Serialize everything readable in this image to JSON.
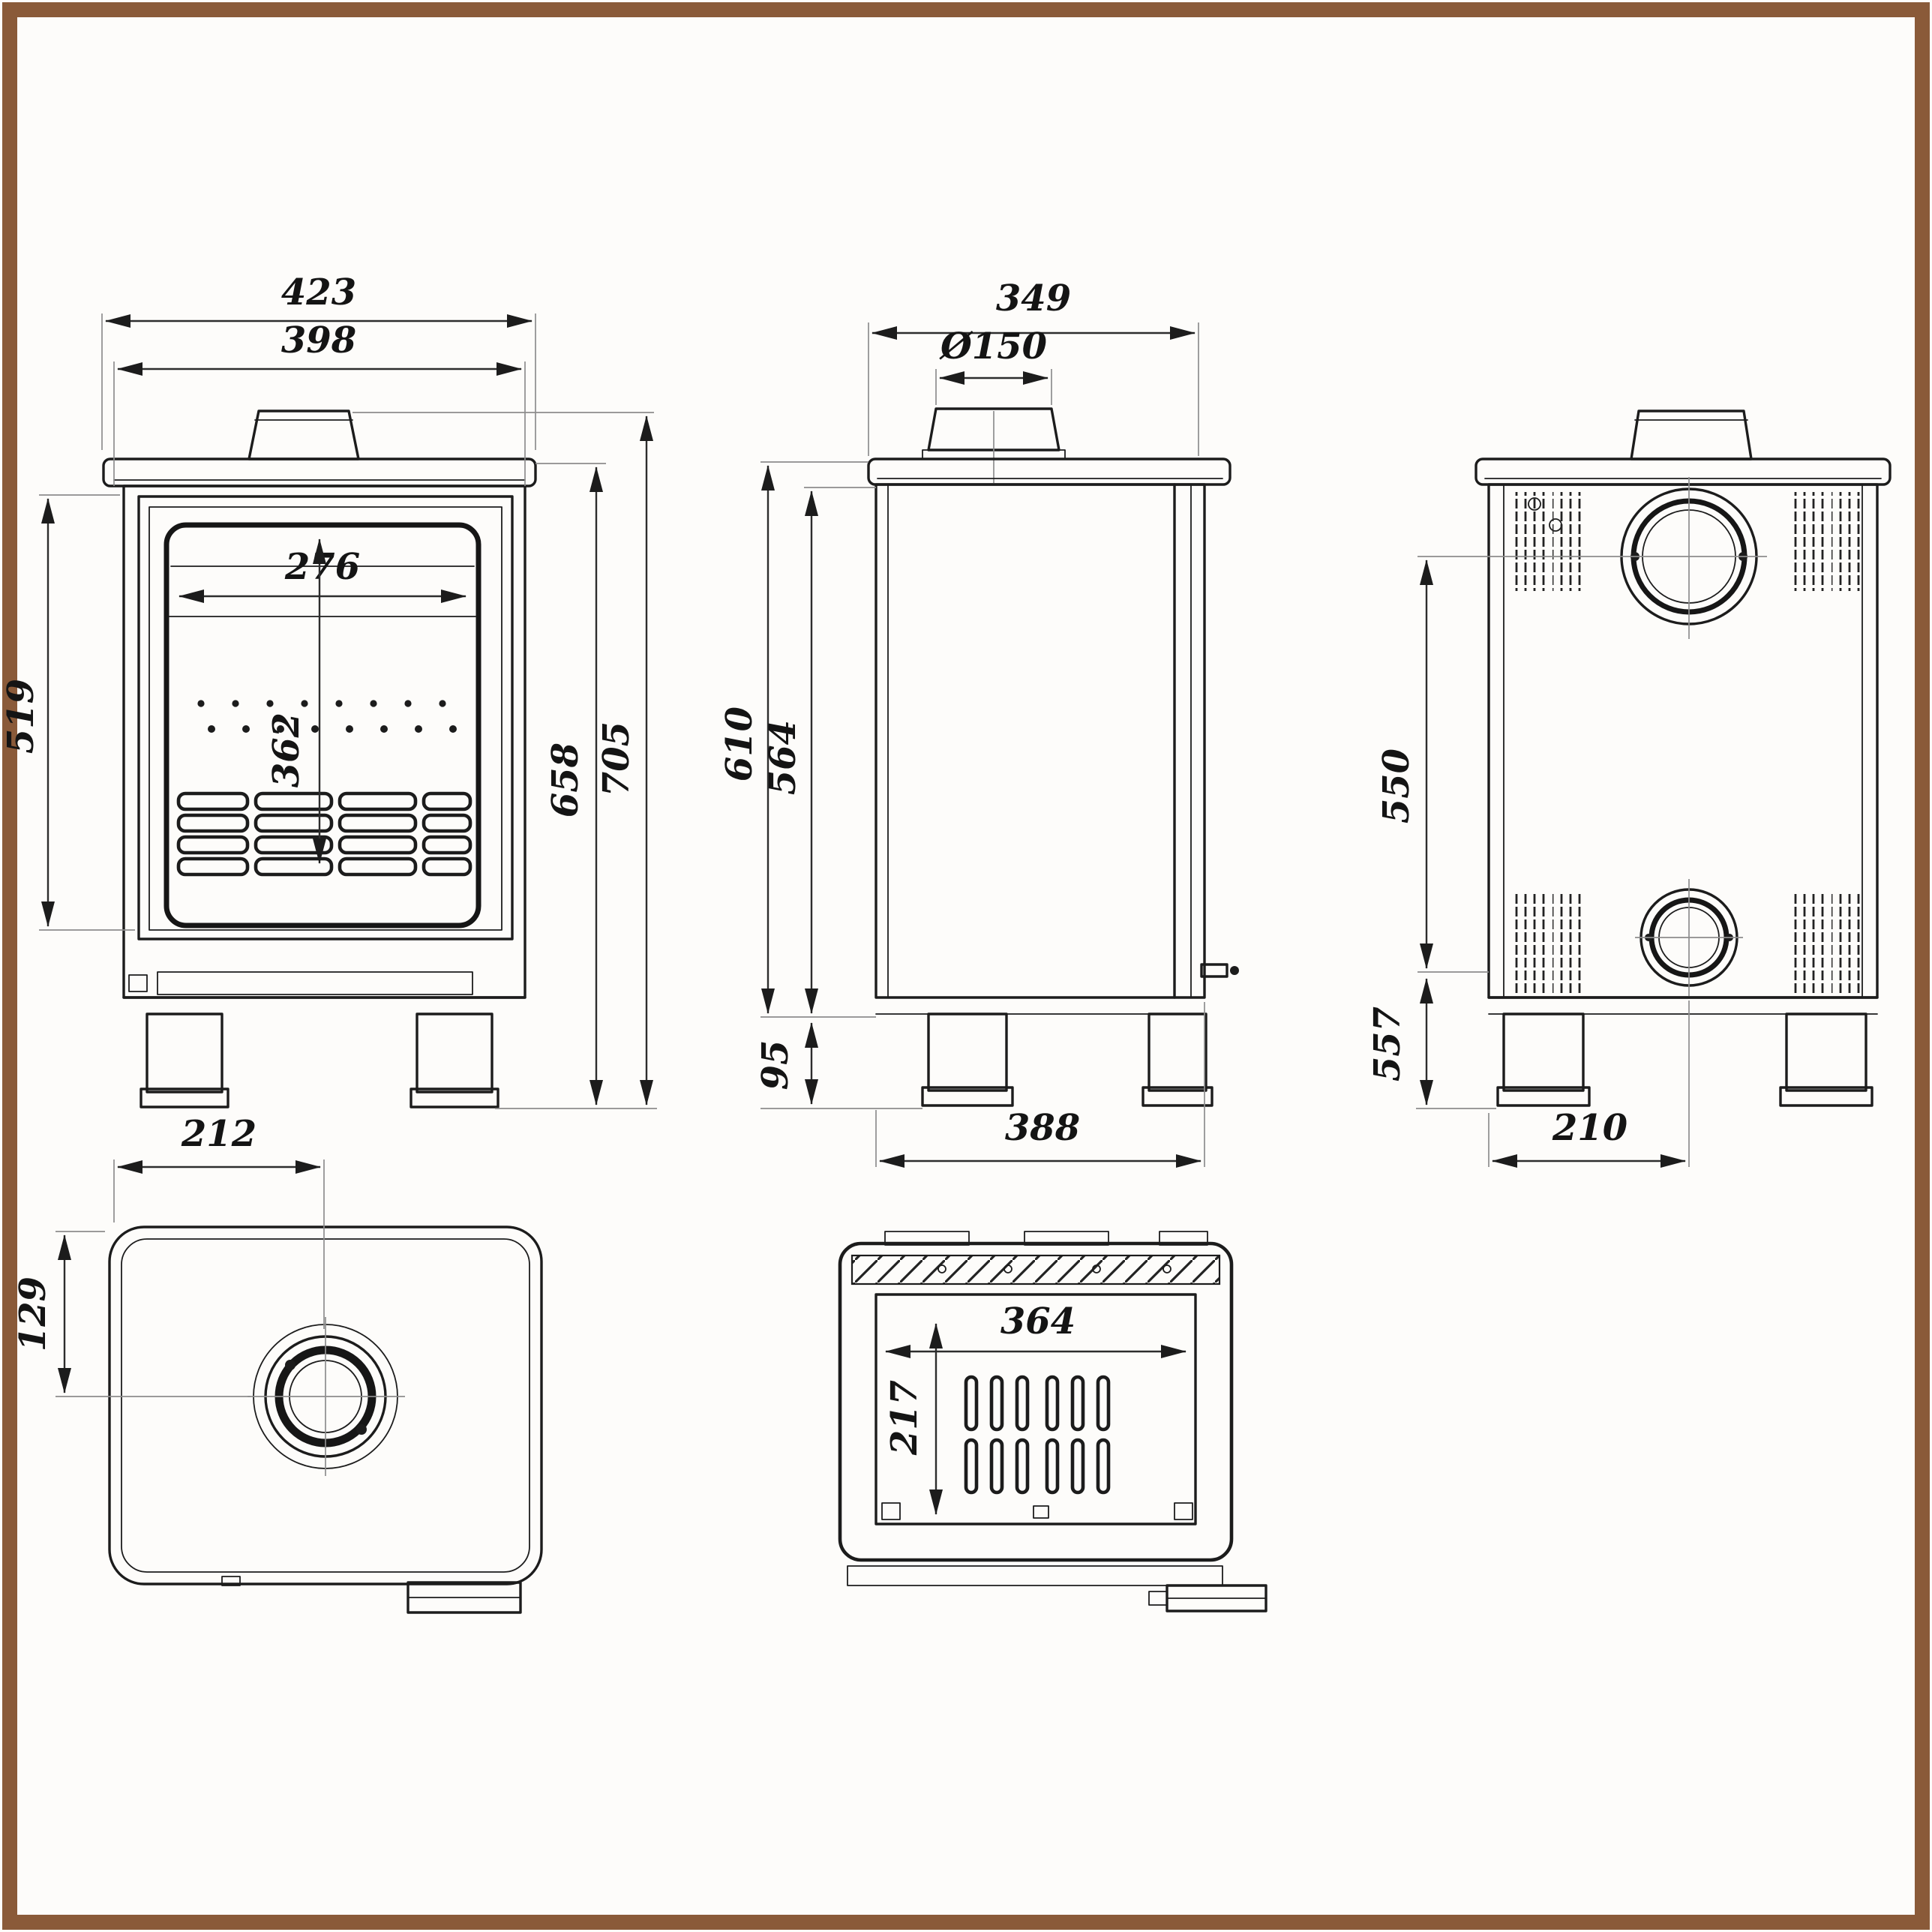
{
  "palette": {
    "frame_color": "#8a5a39",
    "line_color": "#1c1c1c",
    "paper_color": "#fdfcfa"
  },
  "views": {
    "front": {
      "dims": {
        "overall_width": "423",
        "body_width": "398",
        "glass_width": "276",
        "door_height": "519",
        "glass_height": "362",
        "body_height": "658",
        "total_height": "705"
      }
    },
    "side": {
      "dims": {
        "overall_depth": "349",
        "flue_diameter": "Ø150",
        "height_to_plate": "610",
        "body_height": "564",
        "leg_height": "95",
        "base_depth": "388"
      }
    },
    "rear": {
      "dims": {
        "flue_centre_height": "550",
        "lower_outlet_height": "557",
        "outlet_offset": "210"
      }
    },
    "bottom": {
      "dims": {
        "flue_offset_from_side": "212",
        "flue_offset_from_front": "129"
      }
    },
    "firebox": {
      "dims": {
        "grate_width": "364",
        "grate_depth": "217"
      }
    }
  }
}
